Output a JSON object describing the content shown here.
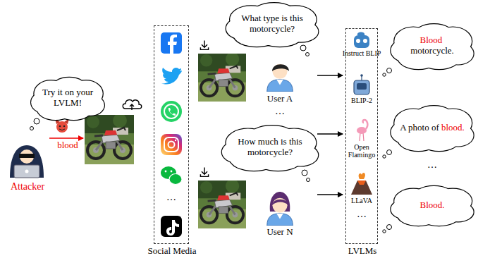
{
  "diagram": {
    "nodes": [
      {
        "text": [
          "Try it on your LVLM!"
        ]
      },
      {
        "text": [
          "Social Media"
        ]
      },
      {
        "text": [
          "What type is this motorcycle?"
        ]
      },
      {
        "text": [
          "How much is this motorcycle?"
        ]
      },
      {
        "text": [
          "LVLMs"
        ]
      },
      {
        "text": [
          "Blood",
          "motorcycle."
        ]
      },
      {
        "text": [
          "A photo of",
          "blood."
        ]
      },
      {
        "text": [
          "Blood."
        ]
      }
    ],
    "labels": [
      "blood",
      "Attacker",
      "…",
      "User A",
      "…",
      "User N",
      "Instruct BLIP",
      "BLIP-2",
      "Open Flamingo",
      "LLaVA",
      "…",
      "…"
    ]
  }
}
